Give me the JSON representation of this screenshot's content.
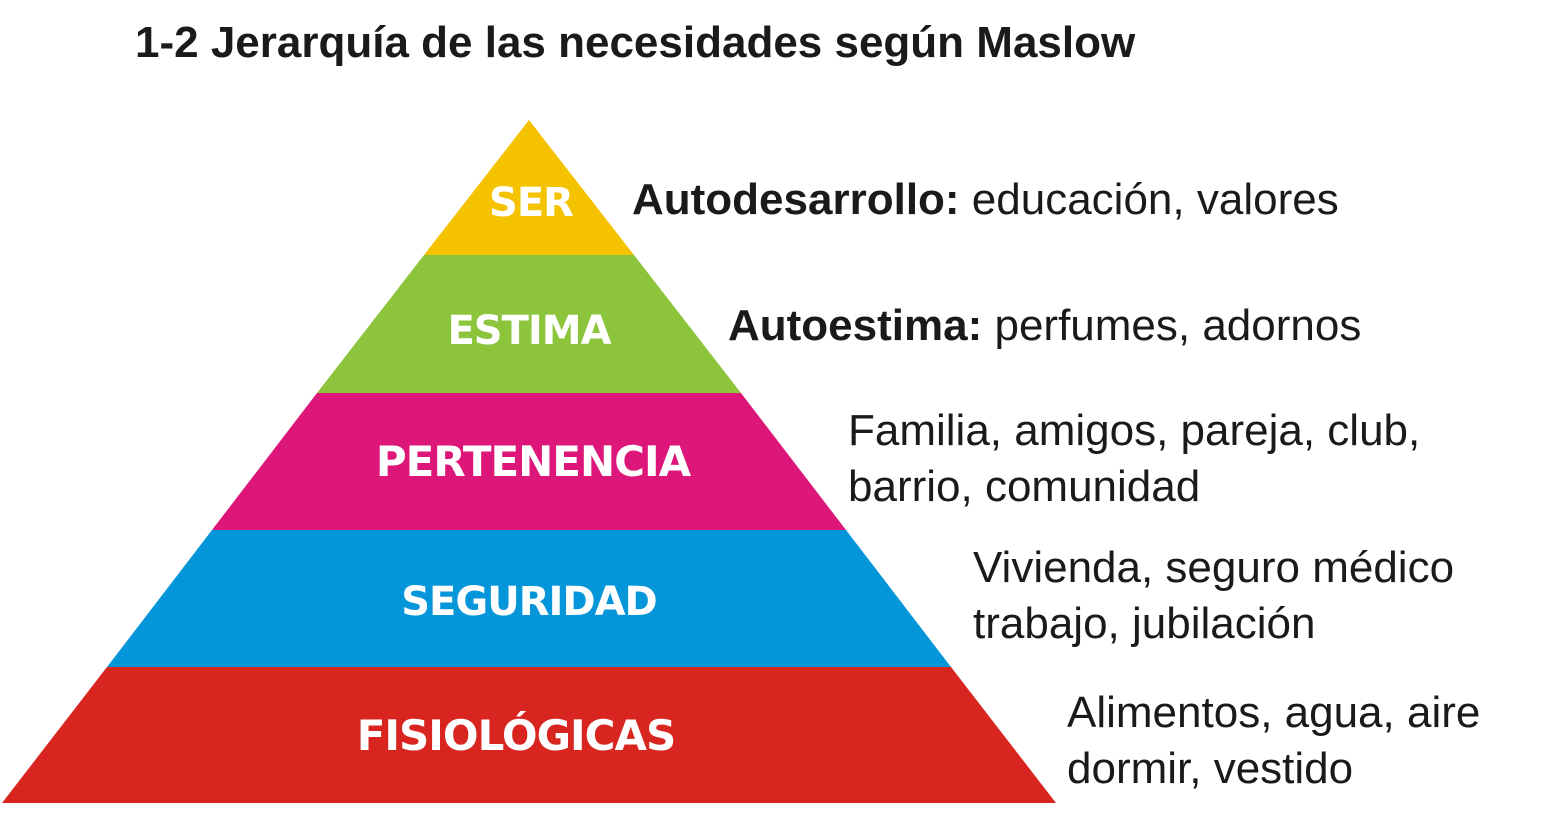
{
  "title": "1-2 Jerarquía de las necesidades según Maslow",
  "levels": [
    {
      "name": "SER",
      "color": "#F5C200",
      "desc_bold": "Autodesarrollo:",
      "desc": " educación, valores"
    },
    {
      "name": "ESTIMA",
      "color": "#8CC43C",
      "desc_bold": "Autoestima:",
      "desc": " perfumes, adornos"
    },
    {
      "name": "PERTENENCIA",
      "color": "#DD1679",
      "line1": "Familia, amigos, pareja, club,",
      "line2": "barrio, comunidad"
    },
    {
      "name": "SEGURIDAD",
      "color": "#0596DA",
      "line1": "Vivienda, seguro médico",
      "line2": "trabajo, jubilación"
    },
    {
      "name": "FISIOLÓGICAS",
      "color": "#D9251F",
      "line1": "Alimentos, agua, aire",
      "line2": "dormir, vestido"
    }
  ]
}
